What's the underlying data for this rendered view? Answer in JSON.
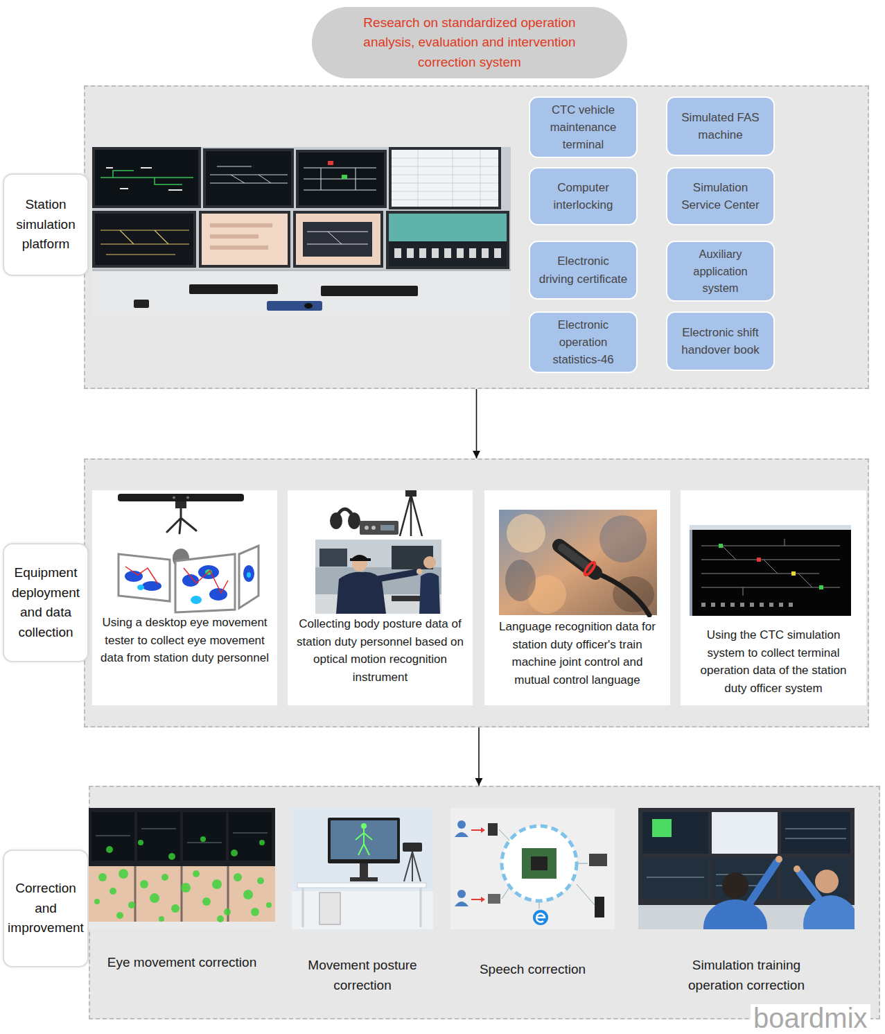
{
  "diagram": {
    "title": "Research on standardized operation analysis, evaluation and intervention correction system",
    "nodes": [
      {
        "text": [
          "Station simulation platform"
        ]
      },
      {
        "text": [
          "CTC vehicle maintenance terminal"
        ],
        "in": 0
      },
      {
        "text": [
          "Simulated FAS machine"
        ],
        "in": 0
      },
      {
        "text": [
          "Computer interlocking"
        ],
        "in": 0
      },
      {
        "text": [
          "Simulation Service Center"
        ],
        "in": 0
      },
      {
        "text": [
          "Electronic driving certificate"
        ],
        "in": 0
      },
      {
        "text": [
          "Auxiliary application system"
        ],
        "in": 0
      },
      {
        "text": [
          "Electronic operation statistics-46"
        ],
        "in": 0
      },
      {
        "text": [
          "Electronic shift handover book"
        ],
        "in": 0
      },
      {
        "text": [
          "Equipment deployment and data collection"
        ]
      },
      {
        "text": [
          "Using a desktop eye movement tester to collect eye movement data from station duty personnel"
        ],
        "in": 9
      },
      {
        "text": [
          "Collecting body posture data of station duty personnel based on optical motion recognition instrument"
        ],
        "in": 9
      },
      {
        "text": [
          "Language recognition data for station duty officer's train machine joint control and mutual control language"
        ],
        "in": 9
      },
      {
        "text": [
          "Using the CTC simulation system to collect terminal operation data of the station duty officer system"
        ],
        "in": 9
      },
      {
        "text": [
          "Correction and improvement"
        ]
      },
      {
        "text": [
          "Eye movement correction"
        ],
        "in": 14
      },
      {
        "text": [
          "Movement posture correction"
        ],
        "in": 14
      },
      {
        "text": [
          "Speech correction"
        ],
        "in": 14
      },
      {
        "text": [
          "Simulation training operation correction"
        ],
        "in": 14
      }
    ],
    "edges": [
      {
        "from": 0,
        "to": 9,
        "arrow": "to"
      },
      {
        "from": 9,
        "to": 14,
        "arrow": "to"
      }
    ],
    "labels": [
      "boardmix"
    ]
  }
}
